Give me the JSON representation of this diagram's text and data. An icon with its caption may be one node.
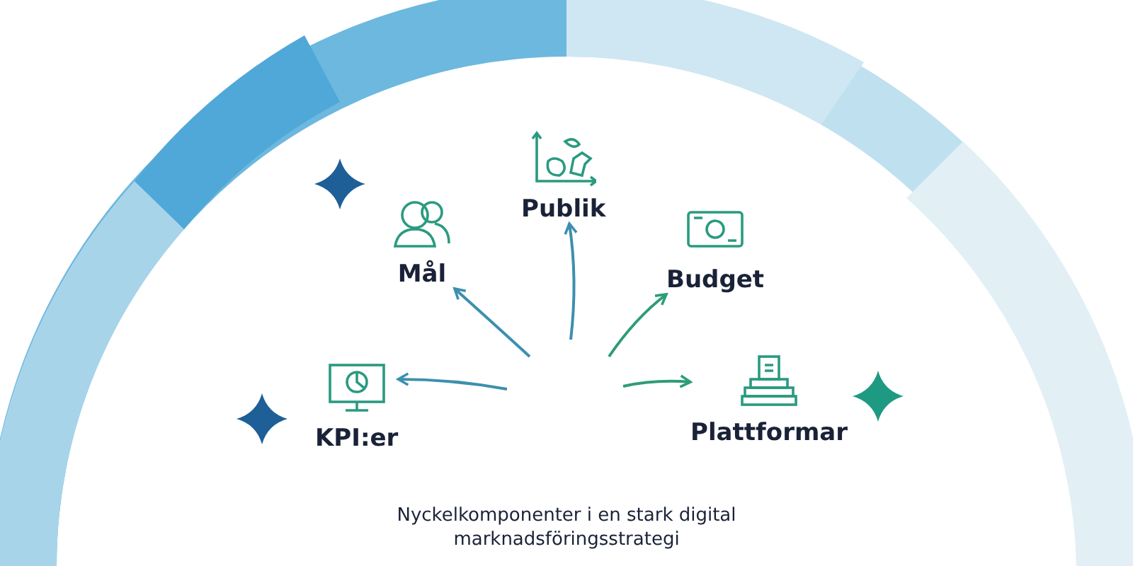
{
  "diagram": {
    "caption": "Nyckelkomponenter i en stark digital marknadsföringsstrategi",
    "nodes": [
      {
        "text": [
          "Publik"
        ]
      },
      {
        "text": [
          "Mål"
        ]
      },
      {
        "text": [
          "Budget"
        ]
      },
      {
        "text": [
          "KPI:er"
        ]
      },
      {
        "text": [
          "Plattformar"
        ]
      }
    ],
    "edges": [
      {
        "from": null,
        "to": 1,
        "arrow": "to"
      },
      {
        "from": null,
        "to": 0,
        "arrow": "to"
      },
      {
        "from": null,
        "to": 2,
        "arrow": "to",
        "color": "#2e9c78"
      },
      {
        "from": null,
        "to": 3,
        "arrow": "to"
      },
      {
        "from": null,
        "to": 4,
        "arrow": "to",
        "color": "#2e9c78"
      }
    ]
  }
}
